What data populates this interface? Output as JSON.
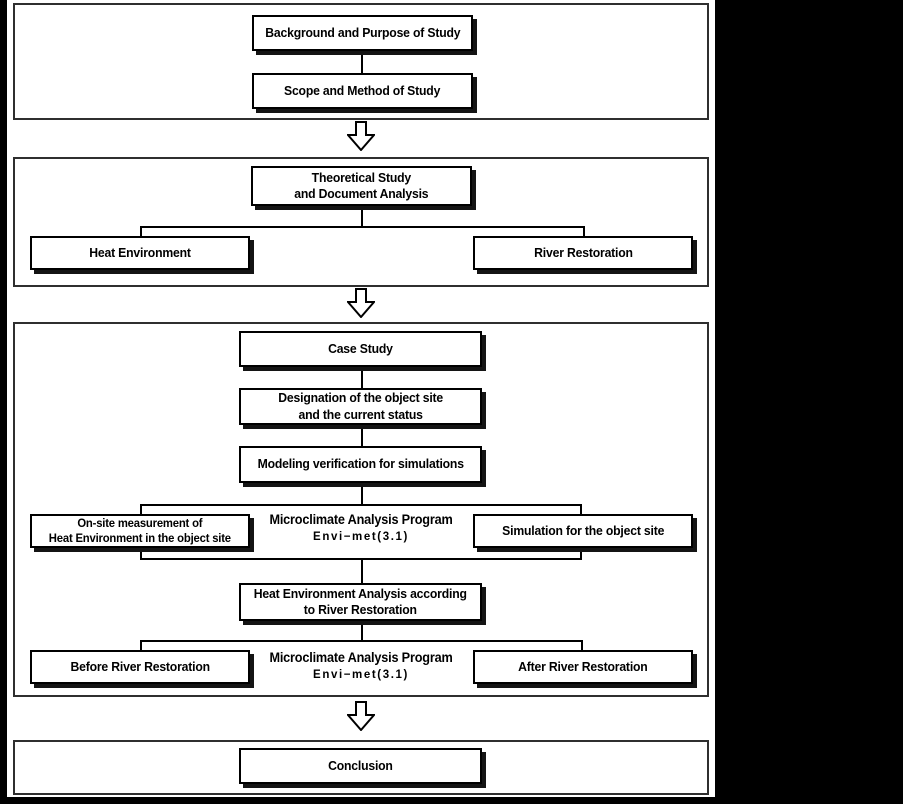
{
  "colors": {
    "canvas_background": "#000000",
    "paper_background": "#ffffff",
    "section_border": "#2f2f2f",
    "box_border": "#000000",
    "box_shadow": "#141414",
    "text": "#000000"
  },
  "diagram": {
    "section1": {
      "box_background_purpose": "Background and Purpose of Study",
      "box_scope_method": "Scope and Method of Study"
    },
    "section2": {
      "box_theoretical": "Theoretical Study\nand Document Analysis",
      "box_heat_environment": "Heat Environment",
      "box_river_restoration": "River Restoration"
    },
    "section3": {
      "box_case_study": "Case Study",
      "box_designation": "Designation of the object site\nand the current status",
      "box_modeling": "Modeling verification for simulations",
      "group1": {
        "left_box": "On-site measurement of\nHeat Environment in the object site",
        "center_title": "Microclimate Analysis Program",
        "center_sub": "Envi−met(3.1)",
        "right_box": "Simulation for the object site"
      },
      "box_heat_analysis": "Heat Environment Analysis according\nto River Restoration",
      "group2": {
        "left_box": "Before River Restoration",
        "center_title": "Microclimate Analysis Program",
        "center_sub": "Envi−met(3.1)",
        "right_box": "After River Restoration"
      }
    },
    "section4": {
      "box_conclusion": "Conclusion"
    }
  }
}
